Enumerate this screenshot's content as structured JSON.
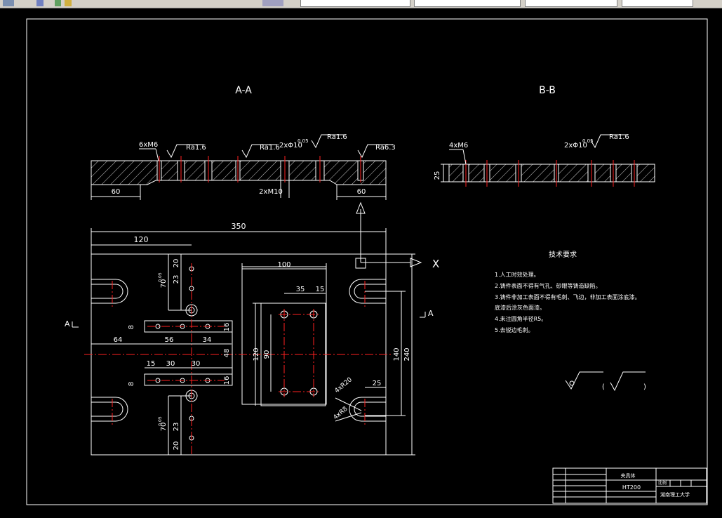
{
  "colors": {
    "background": "#000000",
    "line": "#ffffff",
    "centerline": "#ff2020",
    "hatch": "#ffffff",
    "toolbar": "#d4d0c8"
  },
  "icons": [
    "layer-icon",
    "sun-icon",
    "layer-state-icon",
    "lock-icon",
    "color-icon"
  ],
  "views": {
    "section_aa": {
      "title": "A-A",
      "dims": {
        "left": "60",
        "right": "60",
        "hole_note": "2xM10"
      },
      "callouts": [
        "6xM6",
        "2xΦ10",
        "0.05"
      ],
      "roughness": [
        "Ra1.6",
        "Ra1.6",
        "Ra1.6",
        "Ra6.3"
      ]
    },
    "section_bb": {
      "title": "B-B",
      "dims": {
        "height": "25"
      },
      "callouts": [
        "4xM6",
        "2xΦ10",
        "0.05"
      ],
      "roughness": [
        "Ra1.6"
      ]
    },
    "plan": {
      "dims": {
        "overall": "350",
        "left_120": "120",
        "pad_100": "100",
        "d35": "35",
        "d15": "15",
        "v20a": "20",
        "v23a": "23",
        "v70a": "70",
        "v0_05a": "0.05",
        "r8a": "8",
        "r16a": "16",
        "d64": "64",
        "d56": "56",
        "d34": "34",
        "d48": "48",
        "d15b": "15",
        "d30a": "30",
        "d30b": "30",
        "r8b": "8",
        "r16b": "16",
        "v120": "120",
        "v90": "90",
        "v140": "140",
        "v240": "240",
        "d25": "25",
        "r20": "4xR20",
        "r8": "4xR8",
        "v20b": "20",
        "v23b": "23",
        "v70b": "70",
        "v0_05b": "0.05"
      },
      "section_marks": {
        "left": "A",
        "right": "A"
      },
      "axis_label": "X"
    }
  },
  "tech_requirements": {
    "title": "技术要求",
    "items": [
      "1.人工时效处理。",
      "2.铸件表面不得有气孔、砂眼等铸造缺陷。",
      "3.铸件非加工表面不得有毛刺、飞边，非加工表面涂底漆。",
      "底漆后涂灰色面漆。",
      "4.未注圆角半径R5。",
      "5.去锐边毛刺。"
    ]
  },
  "title_block": {
    "part_name": "夹具体",
    "material": "HT200",
    "school": "湖南理工大学",
    "scale_label": "比例"
  }
}
